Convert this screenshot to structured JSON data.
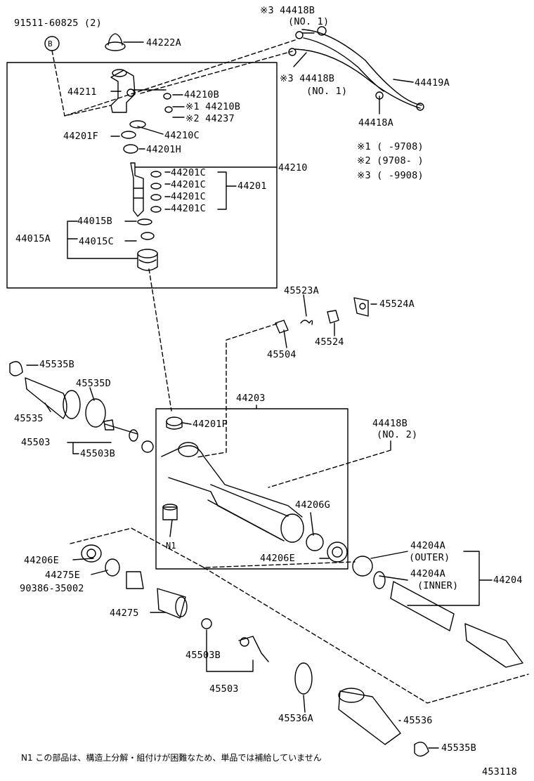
{
  "labels": {
    "p91511": "91511-60825 (2)",
    "circB": "B",
    "p44222A": "44222A",
    "p44211": "44211",
    "p44210B": "44210B",
    "p1_44210B": "※1 44210B",
    "p2_44237": "※2 44237",
    "p44201F": "44201F",
    "p44210C": "44210C",
    "p44201H": "44201H",
    "p44210": "44210",
    "c1": "44201C",
    "c2": "44201C",
    "c3": "44201C",
    "c4": "44201C",
    "p44201": "44201",
    "p44015B": "44015B",
    "p44015A": "44015A",
    "p44015C": "44015C",
    "top44418B": "※3 44418B",
    "topNo1": "(NO. 1)",
    "mid44418B": "※3 44418B",
    "midNo1": "(NO. 1)",
    "p44419A": "44419A",
    "p44418A": "44418A",
    "fn1": "※1 (     -9708)",
    "fn2": "※2 (9708-     )",
    "fn3": "※3 (     -9908)",
    "p45523A": "45523A",
    "p45524A": "45524A",
    "p45504": "45504",
    "p45524": "45524",
    "p45535B_top": "45535B",
    "p45535D": "45535D",
    "p45535": "45535",
    "p44203": "44203",
    "p44201P": "44201P",
    "p45503_l": "45503",
    "p45503B_l": "45503B",
    "r44418B": "44418B",
    "rNo2": "(NO. 2)",
    "p44206G": "44206G",
    "n1": "N1",
    "p44206E_l": "44206E",
    "p44206E_r": "44206E",
    "p44275E": "44275E",
    "p90386": "90386-35002",
    "p44275": "44275",
    "p44204A_o": "44204A",
    "outer": "(OUTER)",
    "p44204A_i": "44204A",
    "inner": "(INNER)",
    "p44204": "44204",
    "p45503B_b": "45503B",
    "p45503_b": "45503",
    "p45536A": "45536A",
    "p45536": "45536",
    "p45535B_b": "45535B",
    "footnote": "N1 この部品は、構造上分解・組付けが困難なため、単品では補給していません",
    "figno": "453118"
  }
}
